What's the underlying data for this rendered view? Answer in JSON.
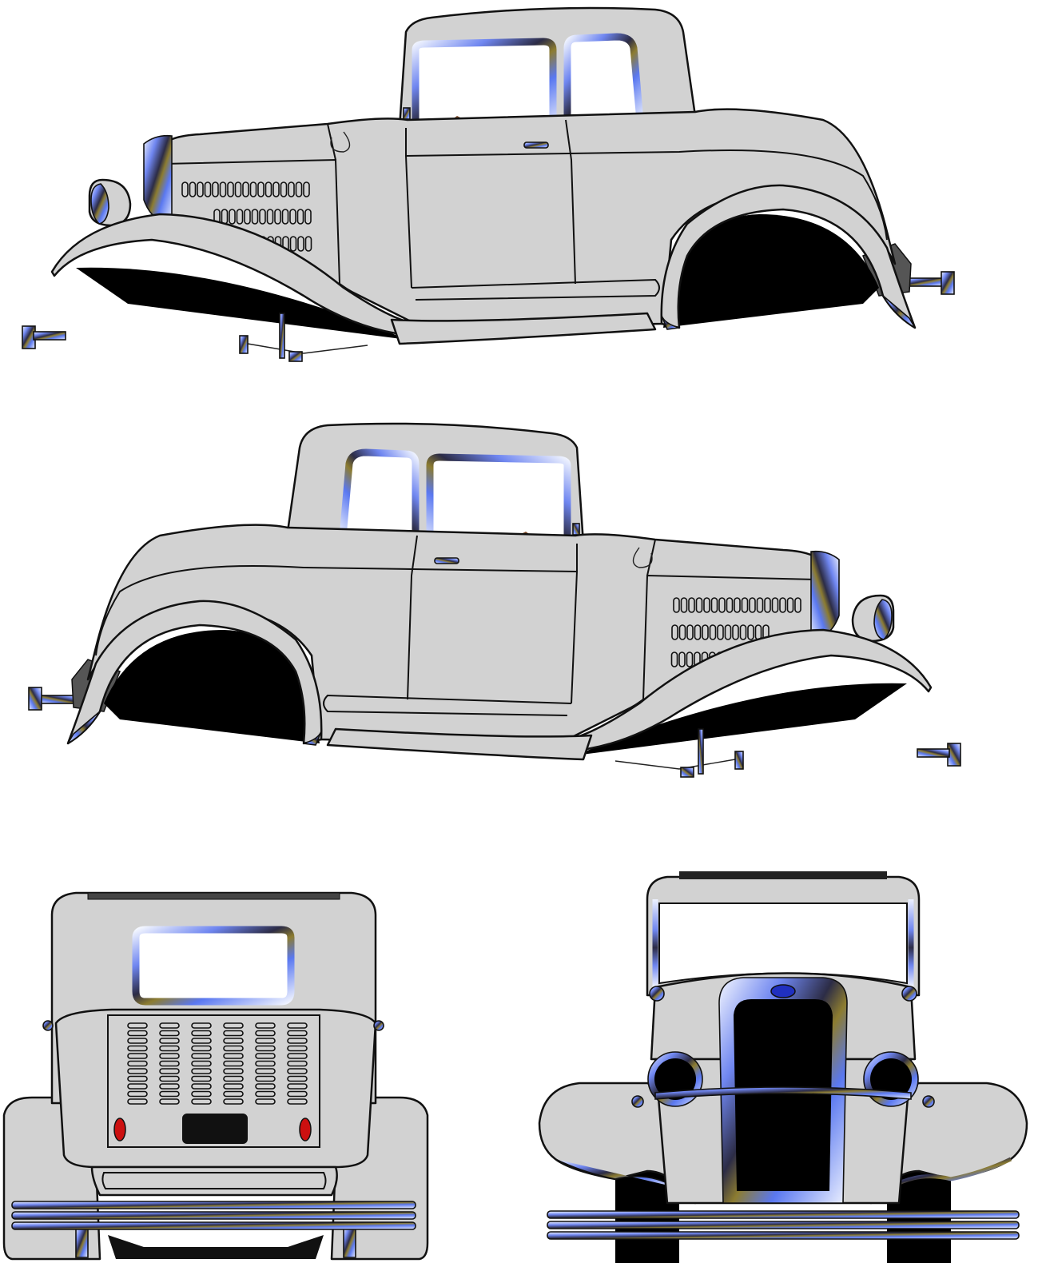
{
  "views": [
    {
      "name": "side-left"
    },
    {
      "name": "side-right"
    },
    {
      "name": "rear"
    },
    {
      "name": "front"
    }
  ],
  "colors": {
    "body": "#d2d2d2",
    "outline": "#111111",
    "tire": "#000000",
    "chrome_light": "#e8f0ff",
    "chrome_blue": "#5a78f0",
    "chrome_dark": "#2a2a48",
    "chrome_gold": "#8a7a30",
    "tail_light": "#cc1010",
    "background": "#ffffff"
  }
}
